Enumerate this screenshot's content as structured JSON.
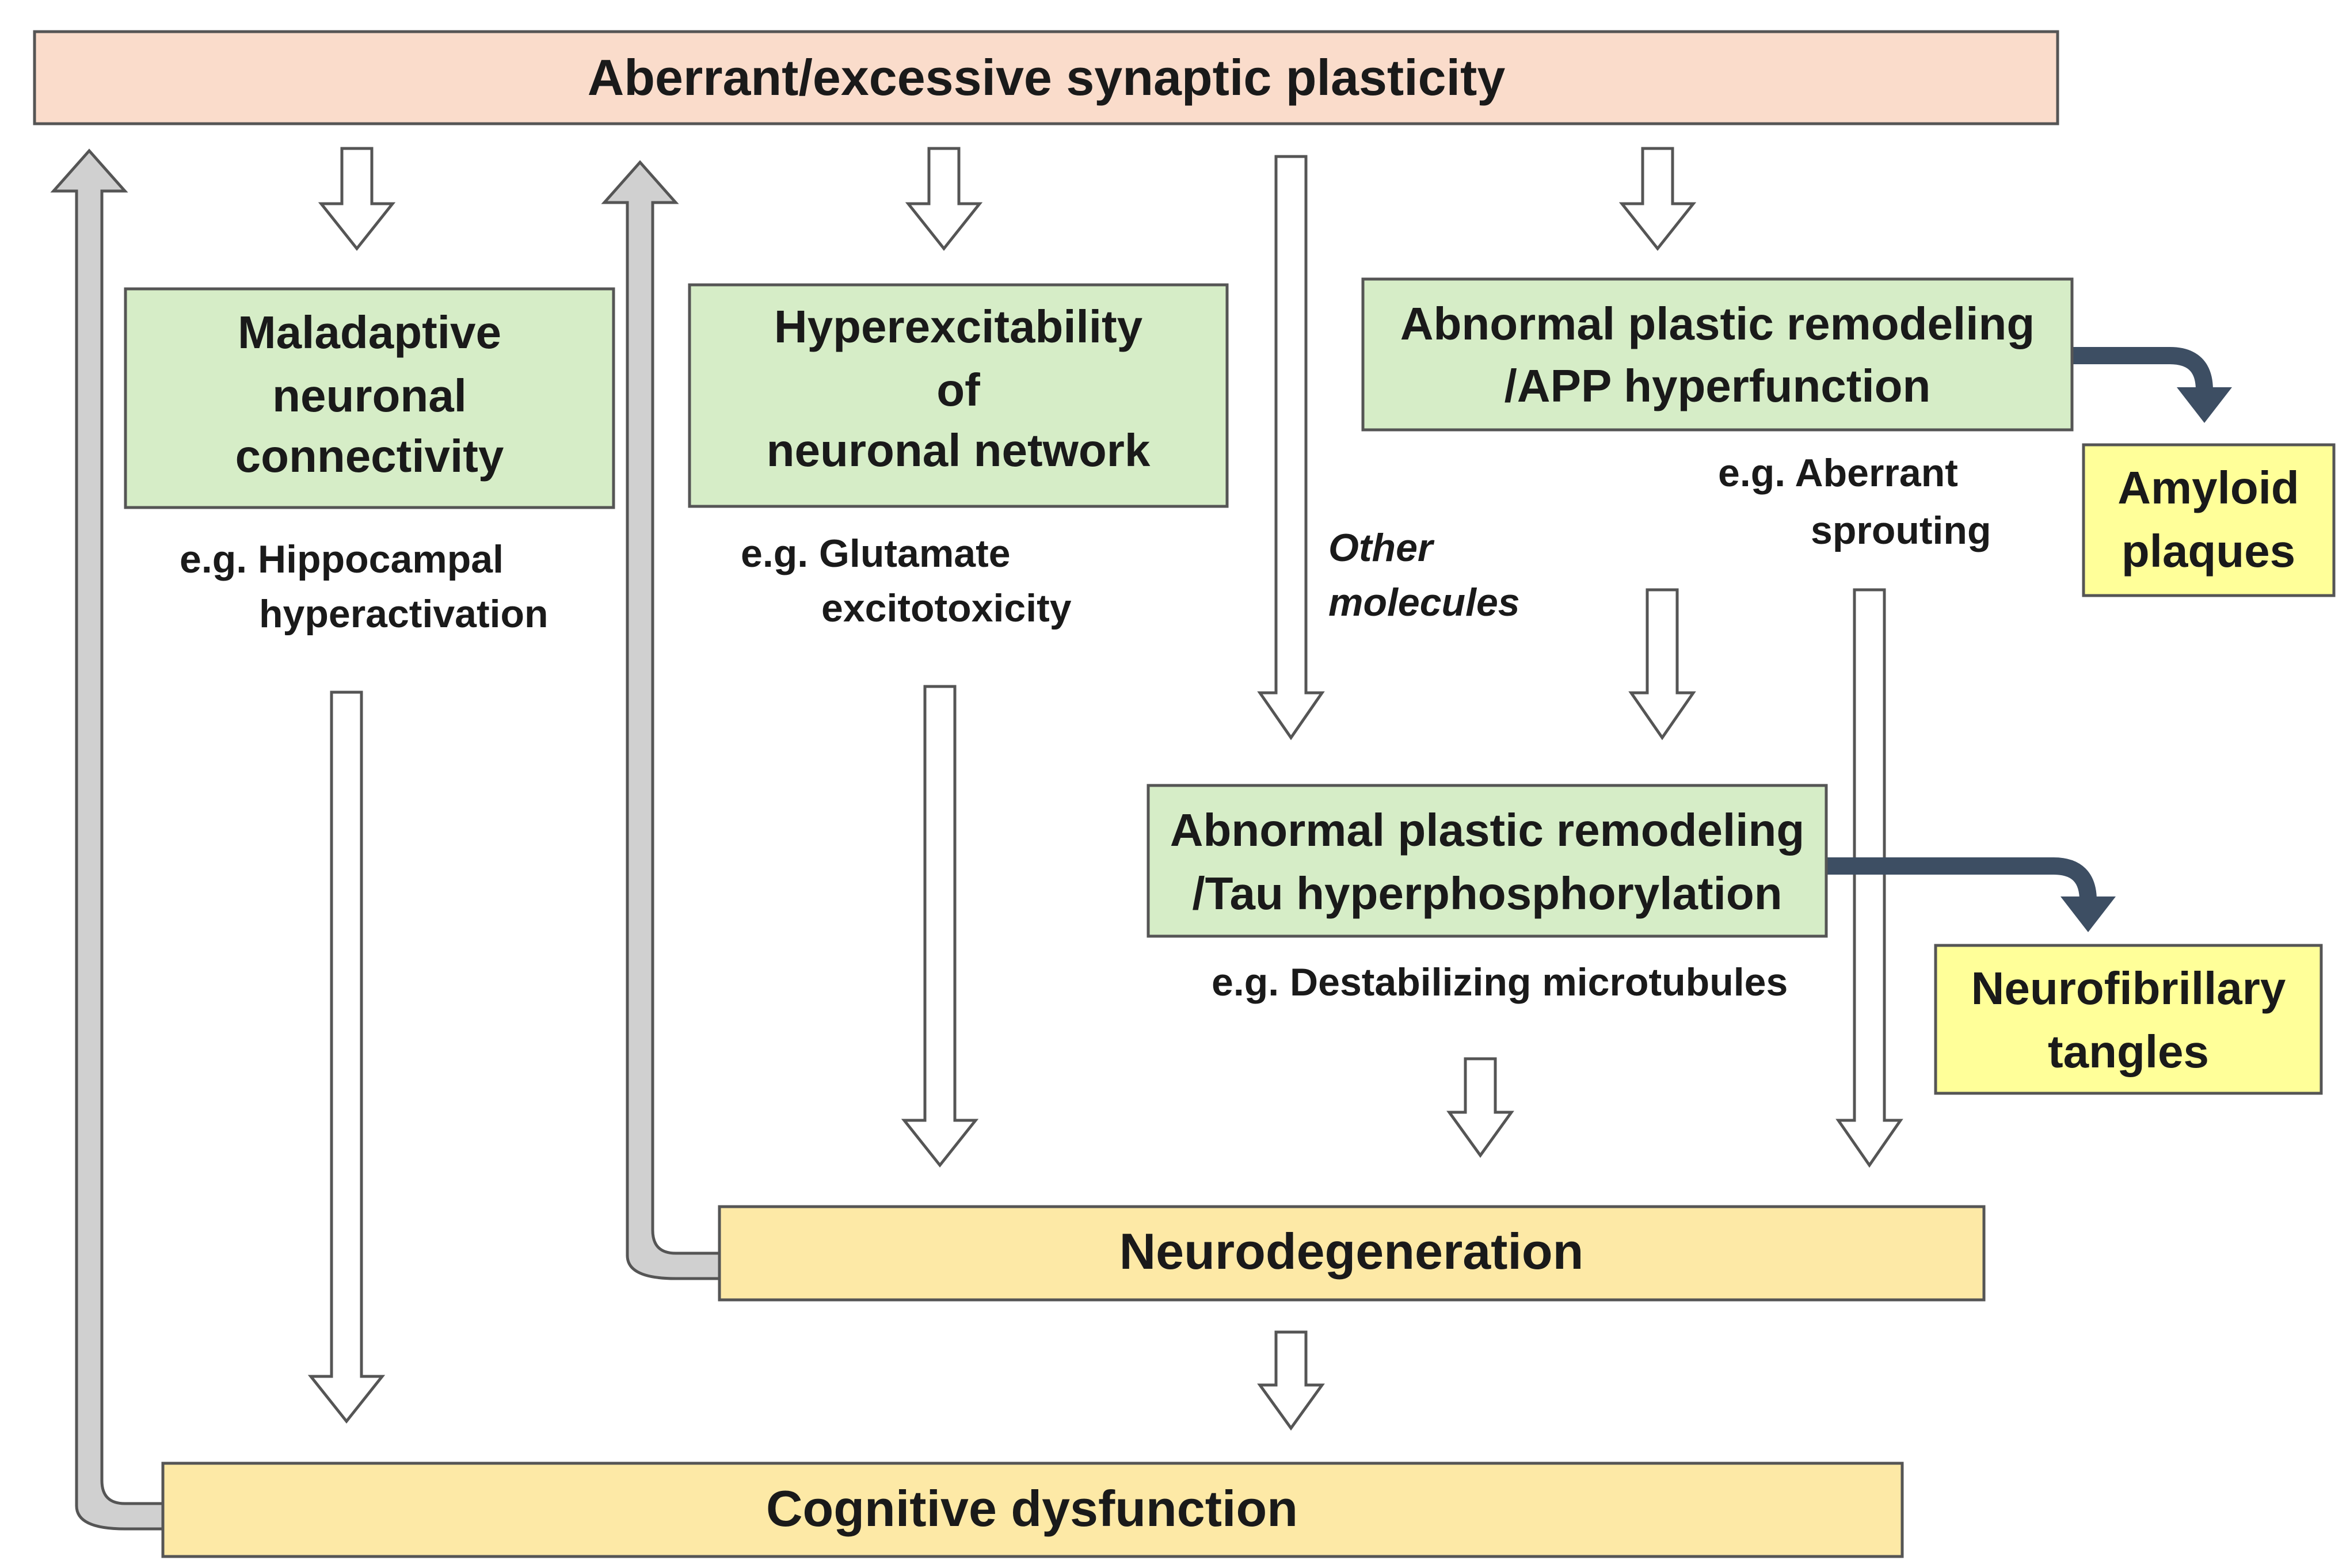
{
  "colors": {
    "top_box": "#fadccb",
    "green_box": "#d6edc7",
    "yellow_box": "#ffff99",
    "tan_box": "#fde9a6",
    "gray_arrow": "#d0d0d0",
    "dark_arrow": "#3d4e63",
    "border": "#555555"
  },
  "nodes": {
    "top": "Aberrant/excessive synaptic plasticity",
    "maladaptive": [
      "Maladaptive",
      "neuronal",
      "connectivity"
    ],
    "hyperexcitability": [
      "Hyperexcitability",
      "of",
      "neuronal network"
    ],
    "app": [
      "Abnormal plastic remodeling",
      "/APP hyperfunction"
    ],
    "amyloid": [
      "Amyloid",
      "plaques"
    ],
    "tau": [
      "Abnormal plastic remodeling",
      "/Tau hyperphosphorylation"
    ],
    "tangles": [
      "Neurofibrillary",
      "tangles"
    ],
    "neurodegeneration": "Neurodegeneration",
    "cognitive": "Cognitive dysfunction"
  },
  "notes": {
    "hippocampal": [
      "e.g. Hippocampal",
      "hyperactivation"
    ],
    "glutamate": [
      "e.g. Glutamate",
      "excitotoxicity"
    ],
    "other": [
      "Other",
      "molecules"
    ],
    "sprouting": [
      "e.g.  Aberrant",
      "sprouting"
    ],
    "microtubules": "e.g. Destabilizing microtubules"
  }
}
